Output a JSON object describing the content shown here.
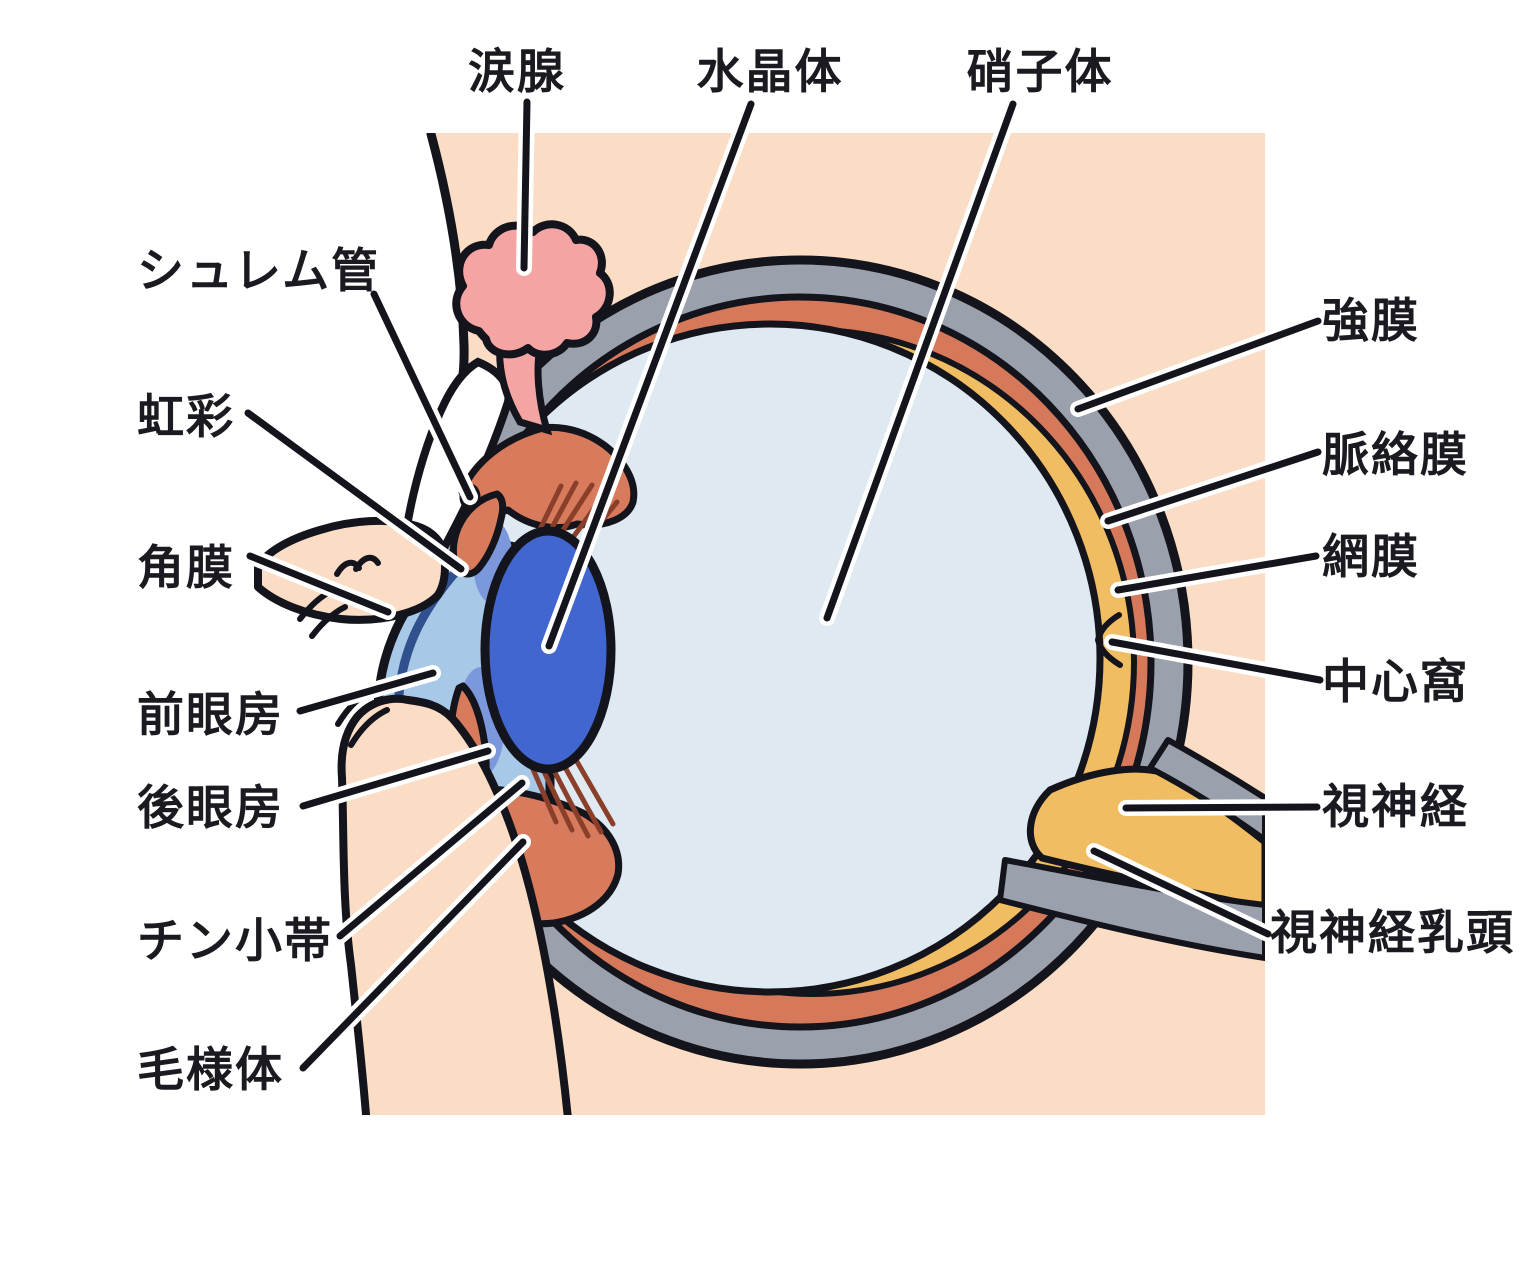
{
  "labels": [
    {
      "text": "涙腺"
    },
    {
      "text": "水晶体"
    },
    {
      "text": "硝子体"
    },
    {
      "text": "シュレム管"
    },
    {
      "text": "虹彩"
    },
    {
      "text": "角膜"
    },
    {
      "text": "前眼房"
    },
    {
      "text": "後眼房"
    },
    {
      "text": "チン小帯"
    },
    {
      "text": "毛様体"
    },
    {
      "text": "強膜"
    },
    {
      "text": "脈絡膜"
    },
    {
      "text": "網膜"
    },
    {
      "text": "中心窩"
    },
    {
      "text": "視神経"
    },
    {
      "text": "視神経乳頭"
    }
  ],
  "colors": {
    "background": "#ffffff",
    "skin_peach": "#fbddc5",
    "sclera_grey": "#9aa0ac",
    "choroid_salmon": "#d5795a",
    "retina_yellow": "#f1bd62",
    "vitreous_pale_blue": "#dfe9f2",
    "cornea_light_blue": "#a8c8e8",
    "cornea_inner_navy": "#30508e",
    "posterior_chamber_blue": "#7b98dc",
    "lens_blue": "#4166cf",
    "iris_ciliary_salmon": "#d87b5c",
    "zonule_brown": "#8a3f2a",
    "lacrimal_pink": "#f5a4a4",
    "outline_black": "#14141c",
    "label_text": "#1a1a20"
  }
}
